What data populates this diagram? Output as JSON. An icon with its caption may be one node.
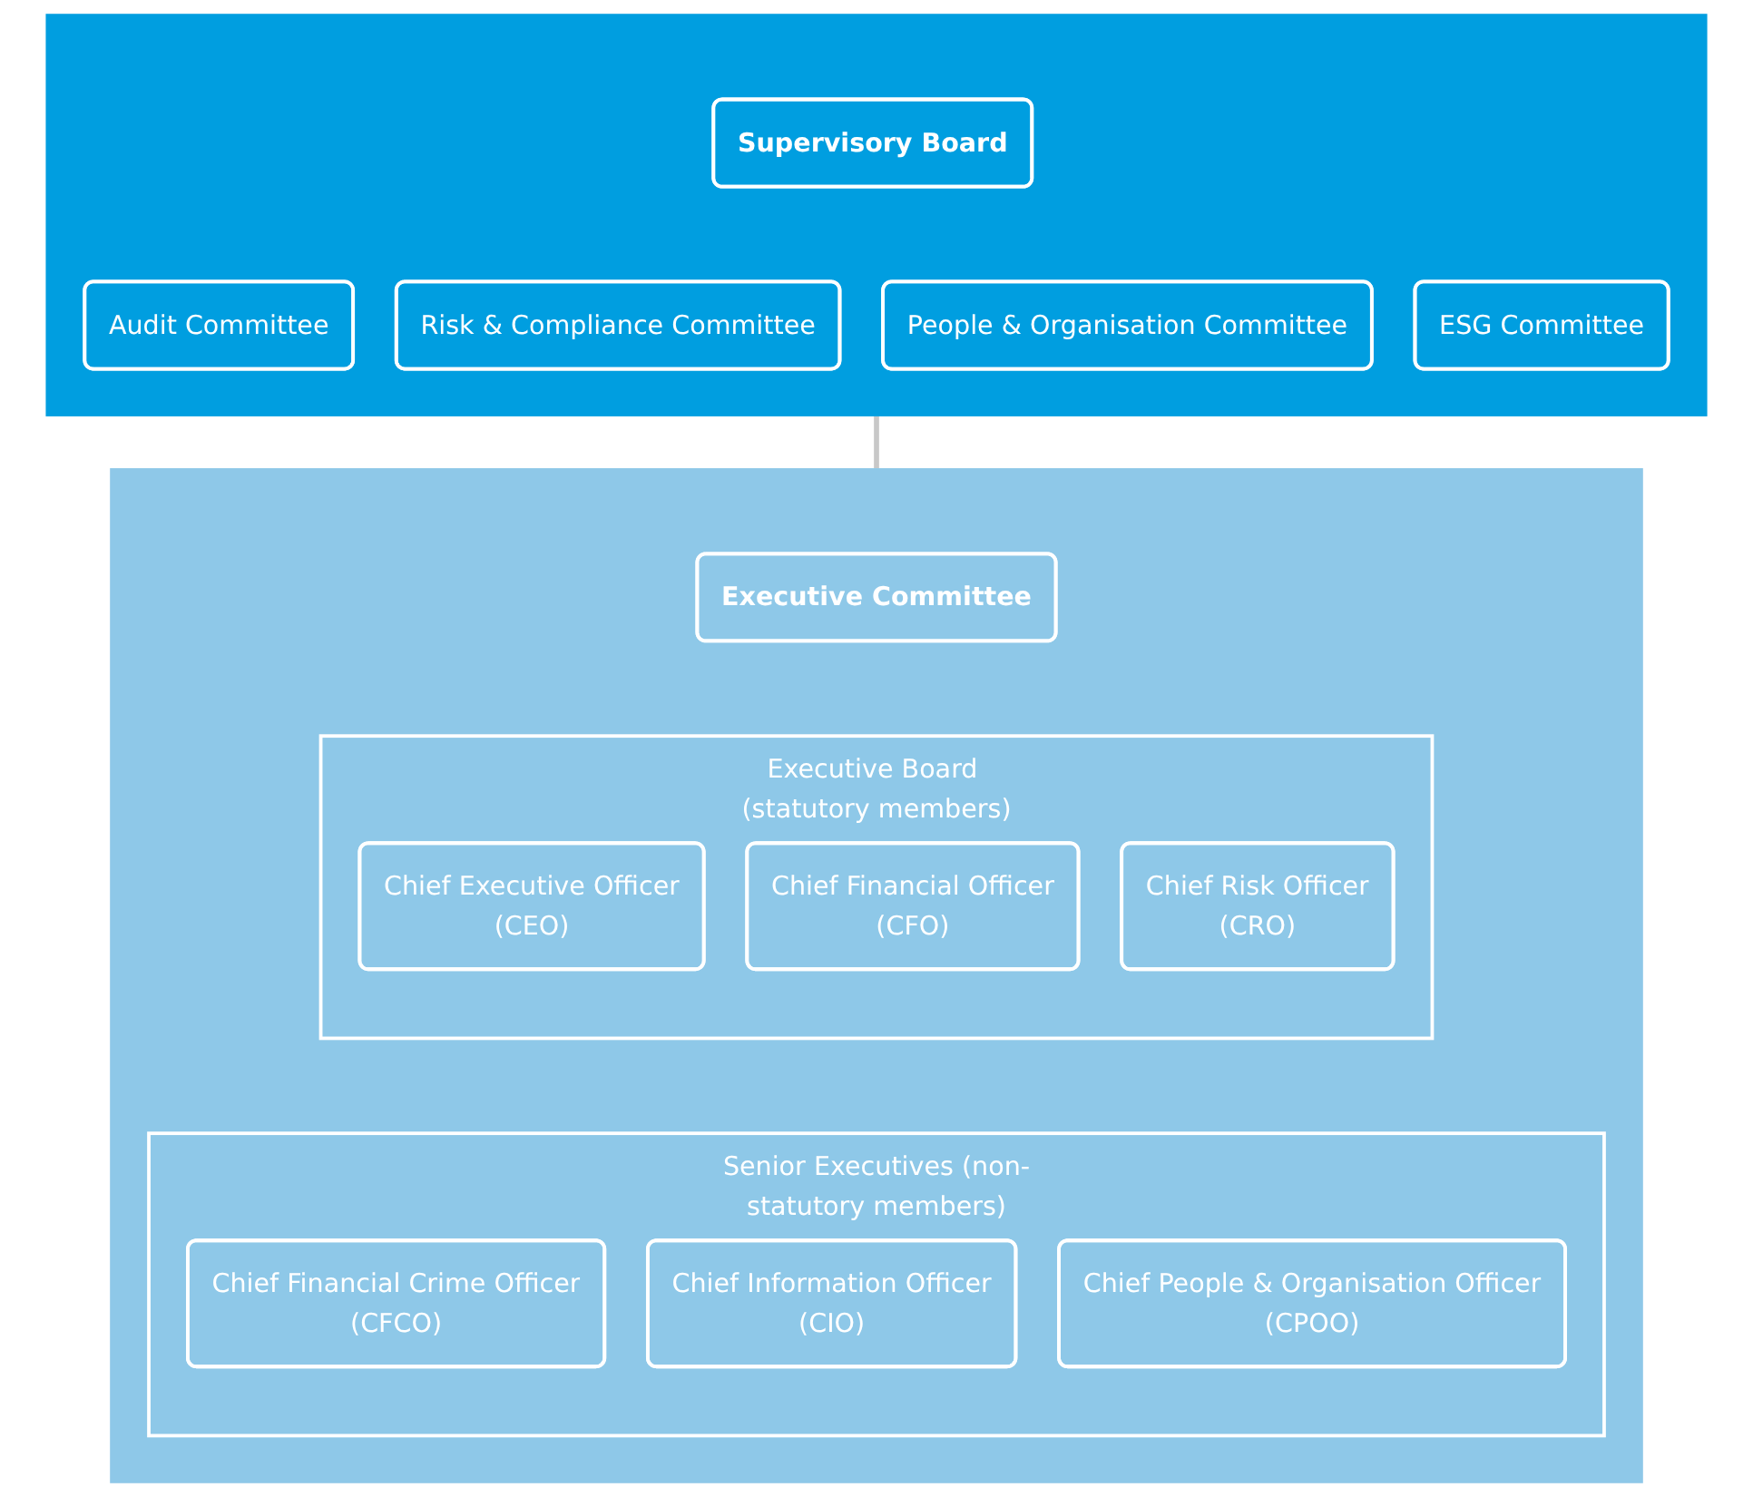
{
  "diagram": {
    "nodes": [
      {
        "text": [],
        "shape": "box"
      },
      {
        "text": [
          "Supervisory Board"
        ],
        "in": 0
      },
      {
        "text": [
          "Audit Committee"
        ],
        "in": 0
      },
      {
        "text": [
          "Risk & Compliance Committee"
        ],
        "in": 0
      },
      {
        "text": [
          "People & Organisation Committee"
        ],
        "in": 0
      },
      {
        "text": [
          "ESG Committee"
        ],
        "in": 0
      },
      {
        "text": [],
        "shape": "box"
      },
      {
        "text": [
          "Executive Committee"
        ],
        "in": 6
      },
      {
        "text": [
          "Executive Board (statutory members)"
        ],
        "in": 6
      },
      {
        "text": [
          "Chief Executive Officer",
          "(CEO)"
        ],
        "in": 8
      },
      {
        "text": [
          "Chief Financial Officer",
          "(CFO)"
        ],
        "in": 8
      },
      {
        "text": [
          "Chief Risk Officer",
          "(CRO)"
        ],
        "in": 8
      },
      {
        "text": [
          "Senior Executives (non-statutory members)"
        ],
        "in": 6
      },
      {
        "text": [
          "Chief Financial Crime Officer",
          "(CFCO)"
        ],
        "in": 12
      },
      {
        "text": [
          "Chief Information Officer",
          "(CIO)"
        ],
        "in": 12
      },
      {
        "text": [
          "Chief People & Organisation Officer",
          "(CPOO)"
        ],
        "in": 12
      }
    ],
    "edges": [
      {
        "from": 0,
        "to": 6,
        "arrow": "none"
      }
    ]
  }
}
